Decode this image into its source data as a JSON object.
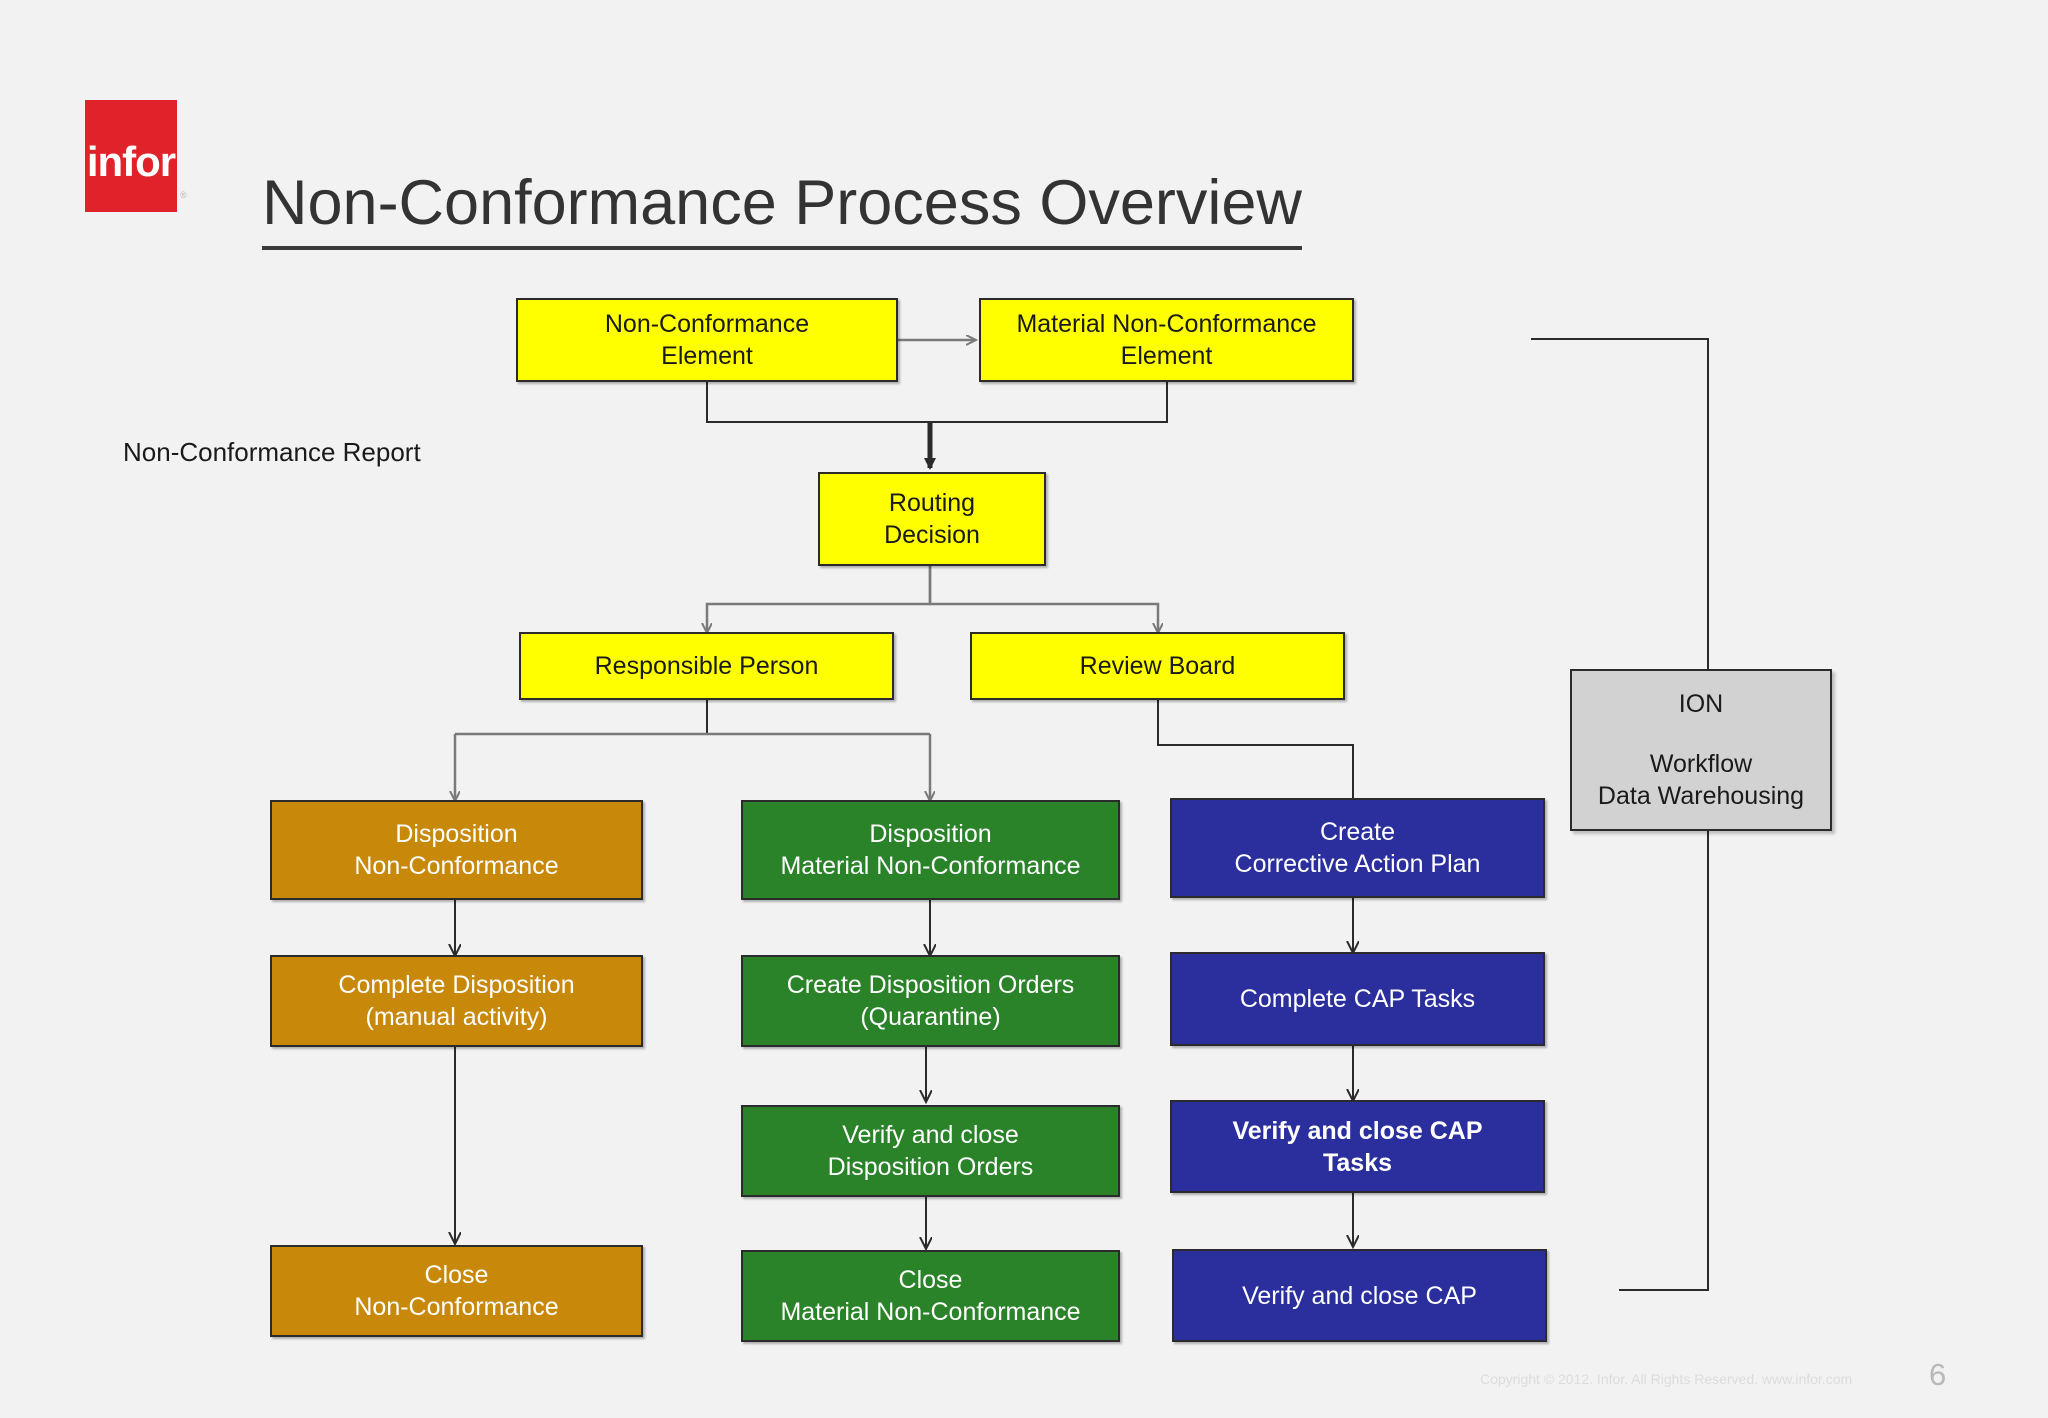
{
  "brand": {
    "logo_text": "infor",
    "logo_color": "#e0222a",
    "trademark": "®"
  },
  "header": {
    "title": "Non-Conformance Process Overview"
  },
  "captions": {
    "non_conformance_report": "Non-Conformance Report"
  },
  "palette": {
    "yellow": "#ffff00",
    "orange": "#c8890b",
    "green": "#2a8229",
    "blue": "#2b2f9e",
    "grey": "#d2d2d2",
    "border": "#2b2b2b",
    "background": "#f2f2f2",
    "title": "#333333"
  },
  "chart_data": {
    "type": "diagram",
    "title": "Non-Conformance Process Overview",
    "nodes": [
      {
        "id": "nc-element",
        "label_lines": [
          "Non-Conformance",
          "Element"
        ],
        "color": "yellow",
        "row": "entry"
      },
      {
        "id": "material-nc-element",
        "label_lines": [
          "Material Non-Conformance",
          "Element"
        ],
        "color": "yellow",
        "row": "entry"
      },
      {
        "id": "routing-decision",
        "label_lines": [
          "Routing",
          "Decision"
        ],
        "color": "yellow",
        "row": "routing"
      },
      {
        "id": "responsible-person",
        "label_lines": [
          "Responsible Person"
        ],
        "color": "yellow",
        "row": "actor"
      },
      {
        "id": "review-board",
        "label_lines": [
          "Review Board"
        ],
        "color": "yellow",
        "row": "actor"
      },
      {
        "id": "disposition-nc",
        "label_lines": [
          "Disposition",
          "Non-Conformance"
        ],
        "color": "orange",
        "row": "step-1",
        "column": "disposition-non-conformance"
      },
      {
        "id": "complete-disposition",
        "label_lines": [
          "Complete Disposition",
          "(manual activity)"
        ],
        "color": "orange",
        "row": "step-2",
        "column": "disposition-non-conformance"
      },
      {
        "id": "close-nc",
        "label_lines": [
          "Close",
          "Non-Conformance"
        ],
        "color": "orange",
        "row": "step-4",
        "column": "disposition-non-conformance"
      },
      {
        "id": "disposition-material-nc",
        "label_lines": [
          "Disposition",
          "Material Non-Conformance"
        ],
        "color": "green",
        "row": "step-1",
        "column": "disposition-material"
      },
      {
        "id": "create-disposition-orders",
        "label_lines": [
          "Create Disposition Orders",
          "(Quarantine)"
        ],
        "color": "green",
        "row": "step-2",
        "column": "disposition-material"
      },
      {
        "id": "verify-close-disposition-orders",
        "label_lines": [
          "Verify and close",
          "Disposition Orders"
        ],
        "color": "green",
        "row": "step-3",
        "column": "disposition-material"
      },
      {
        "id": "close-material-nc",
        "label_lines": [
          "Close",
          "Material Non-Conformance"
        ],
        "color": "green",
        "row": "step-4",
        "column": "disposition-material"
      },
      {
        "id": "create-cap",
        "label_lines": [
          "Create",
          "Corrective Action Plan"
        ],
        "color": "blue",
        "row": "step-1",
        "column": "corrective-action"
      },
      {
        "id": "complete-cap-tasks",
        "label_lines": [
          "Complete CAP Tasks"
        ],
        "color": "blue",
        "row": "step-2",
        "column": "corrective-action"
      },
      {
        "id": "verify-close-cap-tasks",
        "label_lines": [
          "Verify and close CAP",
          "Tasks"
        ],
        "color": "blue",
        "row": "step-3",
        "column": "corrective-action",
        "bold": true
      },
      {
        "id": "verify-close-cap",
        "label_lines": [
          "Verify and close CAP"
        ],
        "color": "blue",
        "row": "step-4",
        "column": "corrective-action"
      },
      {
        "id": "ion",
        "label_lines": [
          "ION",
          "Workflow",
          "Data Warehousing"
        ],
        "color": "grey",
        "row": "platform"
      }
    ],
    "edges": [
      {
        "from": "nc-element",
        "to": "material-nc-element"
      },
      {
        "from": "nc-element",
        "to": "routing-decision"
      },
      {
        "from": "material-nc-element",
        "to": "routing-decision"
      },
      {
        "from": "routing-decision",
        "to": "responsible-person"
      },
      {
        "from": "routing-decision",
        "to": "review-board"
      },
      {
        "from": "responsible-person",
        "to": "disposition-nc"
      },
      {
        "from": "responsible-person",
        "to": "disposition-material-nc"
      },
      {
        "from": "review-board",
        "to": "create-cap"
      },
      {
        "from": "disposition-nc",
        "to": "complete-disposition"
      },
      {
        "from": "complete-disposition",
        "to": "close-nc"
      },
      {
        "from": "disposition-material-nc",
        "to": "create-disposition-orders"
      },
      {
        "from": "create-disposition-orders",
        "to": "verify-close-disposition-orders"
      },
      {
        "from": "verify-close-disposition-orders",
        "to": "close-material-nc"
      },
      {
        "from": "create-cap",
        "to": "complete-cap-tasks"
      },
      {
        "from": "complete-cap-tasks",
        "to": "verify-close-cap-tasks"
      },
      {
        "from": "verify-close-cap-tasks",
        "to": "verify-close-cap"
      },
      {
        "from": "material-nc-element",
        "to": "ion"
      },
      {
        "from": "ion",
        "to": "verify-close-cap"
      }
    ]
  },
  "nodes": {
    "nc_element": {
      "line1": "Non-Conformance",
      "line2": "Element"
    },
    "material_nc_element": {
      "line1": "Material Non-Conformance",
      "line2": "Element"
    },
    "routing_decision": {
      "line1": "Routing",
      "line2": "Decision"
    },
    "responsible_person": {
      "line1": "Responsible Person"
    },
    "review_board": {
      "line1": "Review Board"
    },
    "disposition_nc": {
      "line1": "Disposition",
      "line2": "Non-Conformance"
    },
    "complete_disposition": {
      "line1": "Complete Disposition",
      "line2": "(manual activity)"
    },
    "close_nc": {
      "line1": "Close",
      "line2": "Non-Conformance"
    },
    "disposition_material_nc": {
      "line1": "Disposition",
      "line2": "Material Non-Conformance"
    },
    "create_disposition_orders": {
      "line1": "Create Disposition Orders",
      "line2": "(Quarantine)"
    },
    "verify_close_disposition_orders": {
      "line1": "Verify and close",
      "line2": "Disposition Orders"
    },
    "close_material_nc": {
      "line1": "Close",
      "line2": "Material Non-Conformance"
    },
    "create_cap": {
      "line1": "Create",
      "line2": "Corrective Action Plan"
    },
    "complete_cap_tasks": {
      "line1": "Complete CAP Tasks"
    },
    "verify_close_cap_tasks": {
      "line1": "Verify and close CAP",
      "line2": "Tasks"
    },
    "verify_close_cap": {
      "line1": "Verify and close CAP"
    },
    "ion": {
      "line1": "ION",
      "line2": "Workflow",
      "line3": "Data Warehousing"
    }
  },
  "footer": {
    "copyright": "Copyright © 2012. Infor. All Rights Reserved. www.infor.com",
    "page_number": "6"
  }
}
